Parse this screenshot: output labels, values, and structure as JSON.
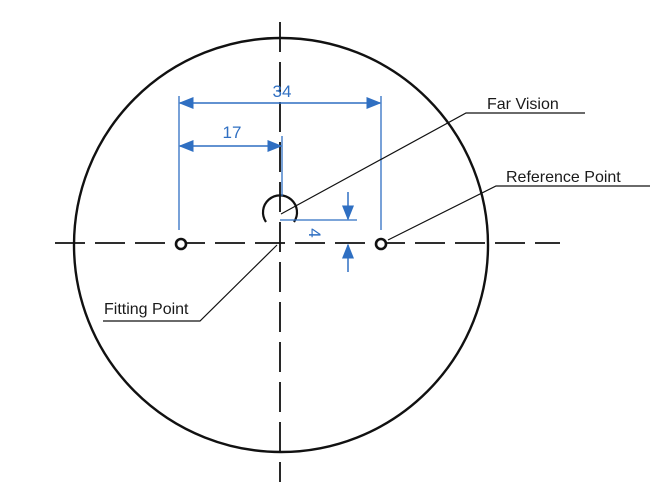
{
  "colors": {
    "outline": "#111111",
    "dimension": "#2f6fc2",
    "text": "#1a1a1a"
  },
  "dimensions": {
    "total_width": "34",
    "half_width": "17",
    "vertical_offset": "4"
  },
  "callouts": {
    "far_vision": "Far Vision",
    "reference_point": "Reference Point",
    "fitting_point": "Fitting Point"
  }
}
